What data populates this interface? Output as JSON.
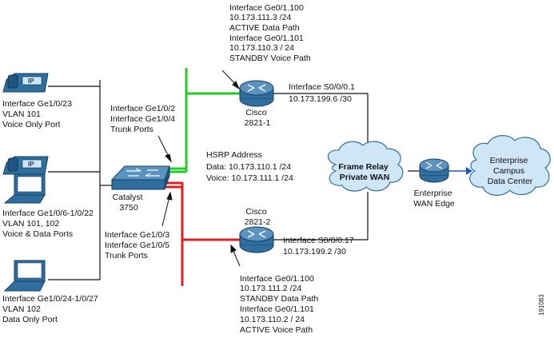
{
  "phones": [
    {
      "lines": [
        "Interface Ge1/0/23",
        "VLAN 101",
        "Voice Only Port"
      ]
    },
    {
      "lines": [
        "Interface Ge1/0/6-1/0/22",
        "VLAN 101, 102",
        "Voice & Data Ports"
      ]
    },
    {
      "lines": [
        "Interface Ge1/0/24-1/0/27",
        "VLAN 102",
        "Data Only Port"
      ]
    }
  ],
  "switch": {
    "lines": [
      "Catalyst",
      "3750"
    ]
  },
  "trunk_upper": {
    "lines": [
      "Interface Ge1/0/2",
      "Interface Ge1/0/4",
      "Trunk Ports"
    ]
  },
  "trunk_lower": {
    "lines": [
      "Interface Ge1/0/3",
      "Interface Ge1/0/5",
      "Trunk Ports"
    ]
  },
  "hsrp": {
    "lines": [
      "HSRP Address",
      "Data:  10.173.110.1 /24",
      "Voice:  10.173.111.1 /24"
    ]
  },
  "router1": {
    "name": [
      "Cisco",
      "2821-1"
    ],
    "lan": [
      "Interface Ge0/1.100",
      "10.173.111.3 /24",
      "ACTIVE Data Path",
      "Interface Ge0/1.101",
      "10.173.110.3 / 24",
      "STANDBY Voice Path"
    ],
    "wan": [
      "Interface S0/0/0.1",
      "10.173.199.6  /30"
    ]
  },
  "router2": {
    "name": [
      "Cisco",
      "2821-2"
    ],
    "lan": [
      "Interface Ge0/1.100",
      "10.173.111.2 /24",
      "STANDBY Data Path",
      "Interface Ge0/1.101",
      "10.173.110.2 / 24",
      "ACTIVE Voice Path"
    ],
    "wan": [
      "Interface S0/0/0.17",
      "10.173.199.2 /30"
    ]
  },
  "frame_relay": {
    "lines": [
      "Frame Relay",
      "Private WAN"
    ]
  },
  "wan_edge": {
    "lines": [
      "Enterprise",
      "WAN Edge"
    ]
  },
  "campus": {
    "lines": [
      "Enterprise",
      "Campus",
      "Data Center"
    ]
  },
  "figure_id": "191083",
  "colors": {
    "green": "#22cc22",
    "red": "#dd2222",
    "blue_link": "#2255cc",
    "router_fill": "#2f6fa0",
    "cloud_fill": "#cfe6f7"
  }
}
